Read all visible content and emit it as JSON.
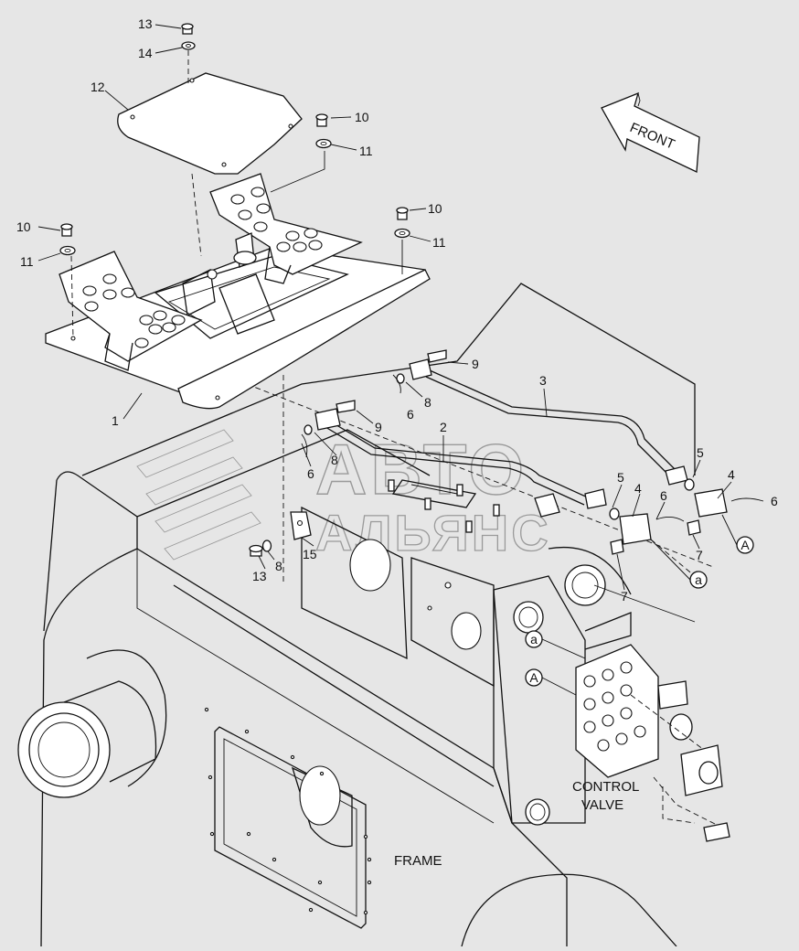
{
  "labels": {
    "n1": "1",
    "n2": "2",
    "n3": "3",
    "n4a": "4",
    "n4b": "4",
    "n5a": "5",
    "n5b": "5",
    "n6a": "6",
    "n6b": "6",
    "n6c": "6",
    "n6d": "6",
    "n7a": "7",
    "n7b": "7",
    "n8a": "8",
    "n8b": "8",
    "n8c": "8",
    "n9a": "9",
    "n9b": "9",
    "n10a": "10",
    "n10b": "10",
    "n11a": "11",
    "n11b": "11",
    "n11c": "11",
    "n12": "12",
    "n13a": "13",
    "n13b": "13",
    "n14": "14",
    "n15": "15"
  },
  "callouts": {
    "a1": "a",
    "a2": "a",
    "A1": "A",
    "A2": "A"
  },
  "front_arrow": "FRONT",
  "control_valve_line1": "CONTROL",
  "control_valve_line2": "VALVE",
  "frame_label": "FRAME",
  "watermark": {
    "line1": "АВТО",
    "line2": "АЛЬЯНС"
  },
  "colors": {
    "background": "#e6e6e6",
    "line": "#111111",
    "watermark": "#9a9a9a"
  }
}
